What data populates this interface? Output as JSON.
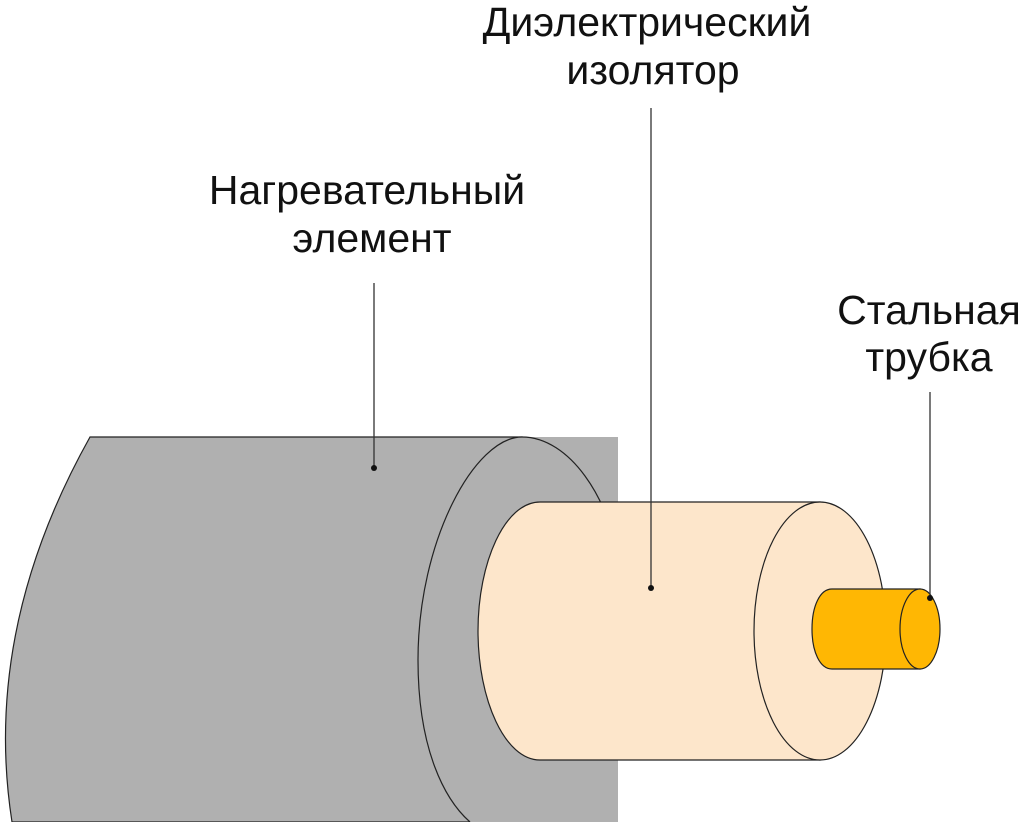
{
  "labels": {
    "heating_element": {
      "line1": "Нагревательный",
      "line2": "элемент"
    },
    "dielectric_insulator": {
      "line1": "Диэлектрический",
      "line2": "изолятор"
    },
    "steel_tube": {
      "line1": "Стальная",
      "line2": "трубка"
    }
  },
  "colors": {
    "heating_element": "#b0b0b0",
    "dielectric_insulator": "#fde6cb",
    "steel_tube": "#ffb703",
    "outline": "#222222",
    "text": "#111111"
  }
}
